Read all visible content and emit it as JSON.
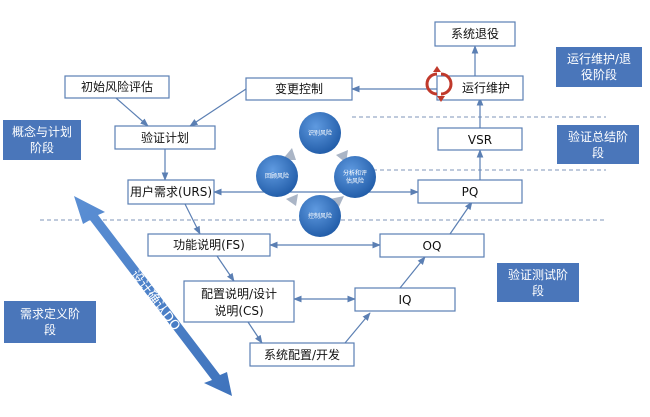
{
  "boxes": {
    "retire": "系统退役",
    "operate": "运行维护",
    "initial_risk": "初始风险评估",
    "change_control": "变更控制",
    "validation_plan": "验证计划",
    "vsr": "VSR",
    "urs": "用户需求(URS)",
    "pq": "PQ",
    "fs": "功能说明(FS)",
    "oq": "OQ",
    "cs_line1": "配置说明/设计",
    "cs_line2": "说明(CS)",
    "iq": "IQ",
    "config_dev": "系统配置/开发"
  },
  "phases": {
    "operate_retire_line1": "运行维护/退",
    "operate_retire_line2": "役阶段",
    "concept_plan_line1": "概念与计划",
    "concept_plan_line2": "阶段",
    "validation_summary_line1": "验证总结阶",
    "validation_summary_line2": "段",
    "validation_test_line1": "验证测试阶",
    "validation_test_line2": "段",
    "requirements_line1": "需求定义阶",
    "requirements_line2": "段"
  },
  "risk_cycle": {
    "top": "识别风险",
    "right_line1": "分析和评",
    "right_line2": "估风险",
    "bottom": "控制风险",
    "left": "回顾风险"
  },
  "dq_label": "设计确认DQ",
  "colors": {
    "phase_fill": "#4a76ba",
    "box_border": "#5b7fb3",
    "circle_fill": "#2f6bb8",
    "cycle_arrow": "#c0392b"
  }
}
